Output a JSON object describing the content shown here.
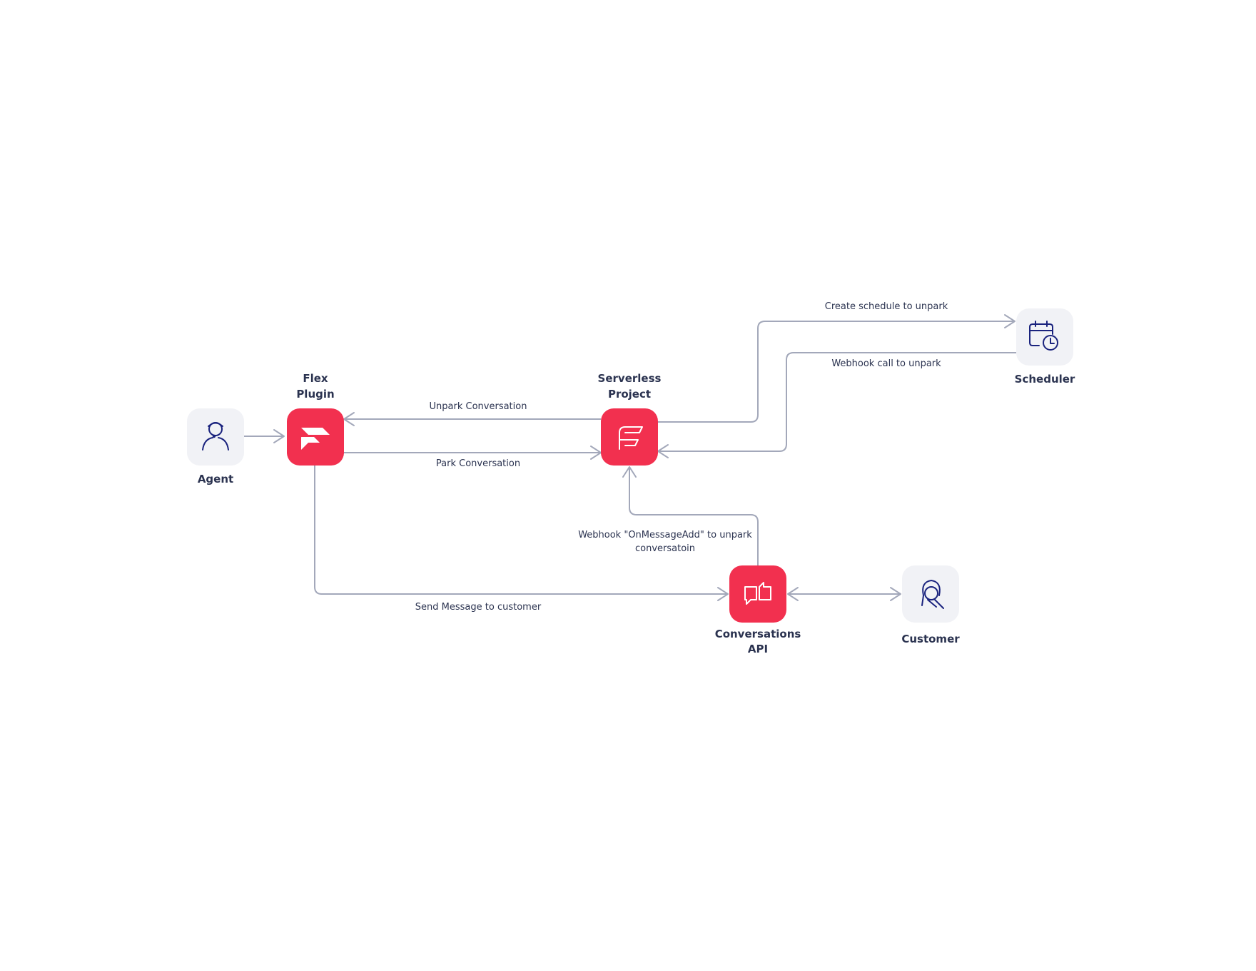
{
  "nodes": {
    "agent": {
      "label": "Agent",
      "icon": "agent-headset-icon"
    },
    "flex_plugin": {
      "label_line1": "Flex",
      "label_line2": "Plugin",
      "icon": "flex-logo-icon"
    },
    "serverless": {
      "label_line1": "Serverless",
      "label_line2": "Project",
      "icon": "serverless-functions-icon"
    },
    "scheduler": {
      "label": "Scheduler",
      "icon": "calendar-clock-icon"
    },
    "conversations_api": {
      "label_line1": "Conversations",
      "label_line2": "API",
      "icon": "conversations-icon"
    },
    "customer": {
      "label": "Customer",
      "icon": "customer-person-icon"
    }
  },
  "edges": {
    "create_schedule": "Create schedule to unpark",
    "webhook_call": "Webhook call to unpark",
    "unpark": "Unpark Conversation",
    "park": "Park Conversation",
    "webhook_onmessage_line1": "Webhook \"OnMessageAdd\" to unpark",
    "webhook_onmessage_line2": "conversatoin",
    "send_message": "Send Message to customer"
  },
  "colors": {
    "accent_red": "#f2304f",
    "tile_grey": "#f1f2f6",
    "icon_navy": "#1a237e",
    "connector": "#a3a8ba",
    "text": "#2b3350"
  }
}
